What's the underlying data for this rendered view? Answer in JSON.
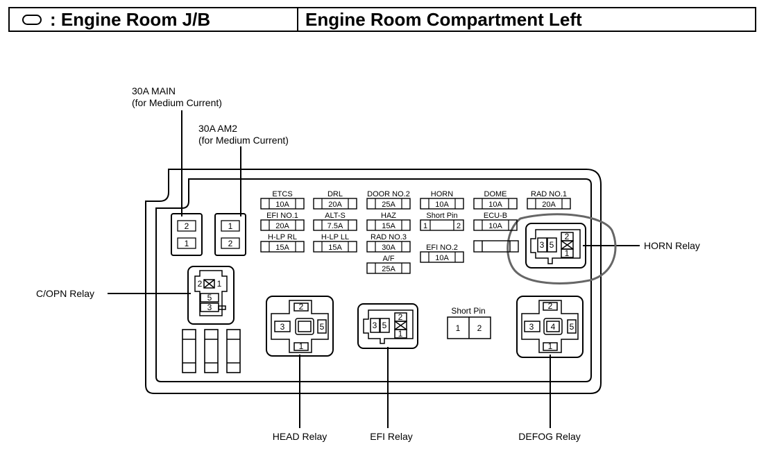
{
  "header": {
    "symbol": "oval-symbol",
    "left_title": ": Engine Room J/B",
    "right_title": "Engine Room Compartment Left"
  },
  "callouts": {
    "main": [
      "30A MAIN",
      "(for Medium Current)"
    ],
    "am2": [
      "30A AM2",
      "(for Medium Current)"
    ],
    "horn_relay": "HORN Relay",
    "copn_relay": "C/OPN Relay",
    "head_relay": "HEAD Relay",
    "efi_relay": "EFI Relay",
    "defog_relay": "DEFOG Relay"
  },
  "fuses": [
    {
      "name": "ETCS",
      "amp": "10A"
    },
    {
      "name": "DRL",
      "amp": "20A"
    },
    {
      "name": "DOOR NO.2",
      "amp": "25A"
    },
    {
      "name": "HORN",
      "amp": "10A"
    },
    {
      "name": "DOME",
      "amp": "10A"
    },
    {
      "name": "RAD NO.1",
      "amp": "20A"
    },
    {
      "name": "EFI NO.1",
      "amp": "20A"
    },
    {
      "name": "ALT-S",
      "amp": "7.5A"
    },
    {
      "name": "HAZ",
      "amp": "15A"
    },
    {
      "name": "Short Pin",
      "pins": [
        "1",
        "2"
      ]
    },
    {
      "name": "ECU-B",
      "amp": "10A"
    },
    {
      "name": "H-LP RL",
      "amp": "15A"
    },
    {
      "name": "H-LP LL",
      "amp": "15A"
    },
    {
      "name": "RAD NO.3",
      "amp": "30A"
    },
    {
      "name": "EFI NO.2",
      "amp": "10A"
    },
    {
      "name": "A/F",
      "amp": "25A"
    }
  ],
  "main_fuse_pins": [
    "2",
    "1"
  ],
  "am2_fuse_pins": [
    "1",
    "2"
  ],
  "short_pin_center": {
    "label": "Short Pin",
    "pins": [
      "1",
      "2"
    ]
  },
  "relays": {
    "copn": {
      "pins": [
        "2",
        "1",
        "5",
        "3"
      ]
    },
    "head": {
      "pins": [
        "2",
        "3",
        "5",
        "1"
      ]
    },
    "efi": {
      "pins": [
        "3",
        "5",
        "2",
        "1"
      ]
    },
    "defog": {
      "pins": [
        "2",
        "3",
        "4",
        "5",
        "1"
      ]
    },
    "horn": {
      "pins": [
        "3",
        "5",
        "2",
        "1"
      ]
    }
  },
  "colors": {
    "ink": "#000000",
    "background": "#ffffff"
  }
}
